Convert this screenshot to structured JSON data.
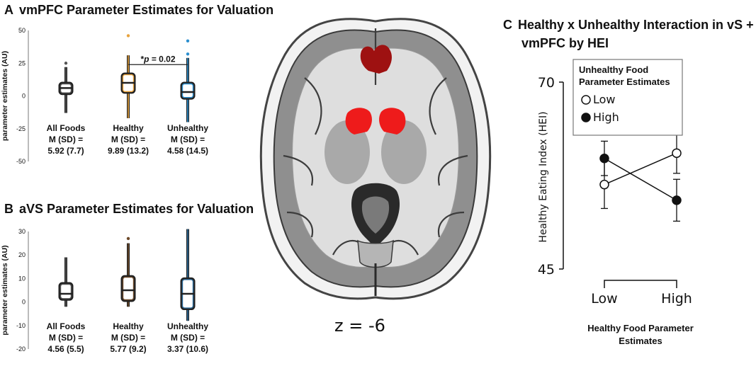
{
  "panels": {
    "a": {
      "letter": "A",
      "title": "vmPFC Parameter Estimates for Valuation"
    },
    "b": {
      "letter": "B",
      "title": "aVS Parameter Estimates for Valuation"
    },
    "c": {
      "letter": "C",
      "title_line1": "Healthy x Unhealthy Interaction in vS +",
      "title_line2": "vmPFC by HEI"
    }
  },
  "brain": {
    "slice_label": "z = -6",
    "highlight_colors": {
      "vmpfc": "#9e1111",
      "striatum": "#ee1b1b"
    }
  },
  "chart_data": [
    {
      "id": "A",
      "type": "box",
      "title": "vmPFC Parameter Estimates for Valuation",
      "ylabel": "parameter estimates (AU)",
      "ylim": [
        -50,
        50
      ],
      "yticks": [
        "50",
        "25",
        "0",
        "-25",
        "-50"
      ],
      "ytick_values": [
        50,
        25,
        0,
        -25,
        -50
      ],
      "groups": [
        {
          "name": "All Foods",
          "stat_line1": "M (SD) =",
          "stat_line2": "5.92 (7.7)",
          "color": "#555555",
          "min": -13,
          "q1": 1.5,
          "median": 6,
          "q3": 10,
          "max": 22,
          "outliers": [
            25
          ]
        },
        {
          "name": "Healthy",
          "stat_line1": "M (SD) =",
          "stat_line2": "9.89 (13.2)",
          "color": "#e8a33d",
          "min": -17,
          "q1": 2.5,
          "median": 10,
          "q3": 17,
          "max": 31,
          "outliers": [
            46
          ]
        },
        {
          "name": "Unhealthy",
          "stat_line1": "M (SD) =",
          "stat_line2": "4.58 (14.5)",
          "color": "#2b8fcf",
          "min": -20,
          "q1": -2,
          "median": 3,
          "q3": 10,
          "max": 29,
          "outliers": [
            32,
            42
          ]
        }
      ],
      "annotation": {
        "star": "*",
        "p_label": "p",
        "text": " = 0.02",
        "between": [
          "Healthy",
          "Unhealthy"
        ],
        "y": 25
      }
    },
    {
      "id": "B",
      "type": "box",
      "title": "aVS Parameter Estimates for Valuation",
      "ylabel": "parameter estimates (AU)",
      "ylim": [
        -20,
        30
      ],
      "yticks": [
        "30",
        "20",
        "10",
        "0",
        "-10",
        "-20"
      ],
      "ytick_values": [
        30,
        20,
        10,
        0,
        -10,
        -20
      ],
      "groups": [
        {
          "name": "All Foods",
          "stat_line1": "M (SD) =",
          "stat_line2": "4.56 (5.5)",
          "color": "#555555",
          "min": -2,
          "q1": 1,
          "median": 3.5,
          "q3": 8,
          "max": 19,
          "outliers": []
        },
        {
          "name": "Healthy",
          "stat_line1": "M (SD) =",
          "stat_line2": "5.77 (9.2)",
          "color": "#6e4a2a",
          "min": -2,
          "q1": 0.5,
          "median": 5,
          "q3": 11,
          "max": 25,
          "outliers": [
            27
          ]
        },
        {
          "name": "Unhealthy",
          "stat_line1": "M (SD) =",
          "stat_line2": "3.37 (10.6)",
          "color": "#2b6a9a",
          "min": -8,
          "q1": -3,
          "median": 3.5,
          "q3": 10,
          "max": 31,
          "outliers": []
        }
      ]
    },
    {
      "id": "C",
      "type": "line",
      "title": "Healthy x Unhealthy Interaction in vS + vmPFC by HEI",
      "xlabel_line1": "Healthy Food Parameter",
      "xlabel_line2": "Estimates",
      "ylabel": "Healthy Eating Index (HEI)",
      "ylim": [
        45,
        70
      ],
      "yticks": [
        "70",
        "45"
      ],
      "ytick_values": [
        70,
        45
      ],
      "categories": [
        "Low",
        "High"
      ],
      "legend": {
        "title_line1": "Unhealthy Food",
        "title_line2": "Parameter Estimates",
        "position": "top-left"
      },
      "series": [
        {
          "name": "Low",
          "marker": "open-circle",
          "values": [
            56.3,
            60.5
          ],
          "err": [
            3.2,
            2.7
          ]
        },
        {
          "name": "High",
          "marker": "filled-circle",
          "values": [
            59.8,
            54.2
          ],
          "err": [
            2.3,
            2.8
          ]
        }
      ]
    }
  ]
}
